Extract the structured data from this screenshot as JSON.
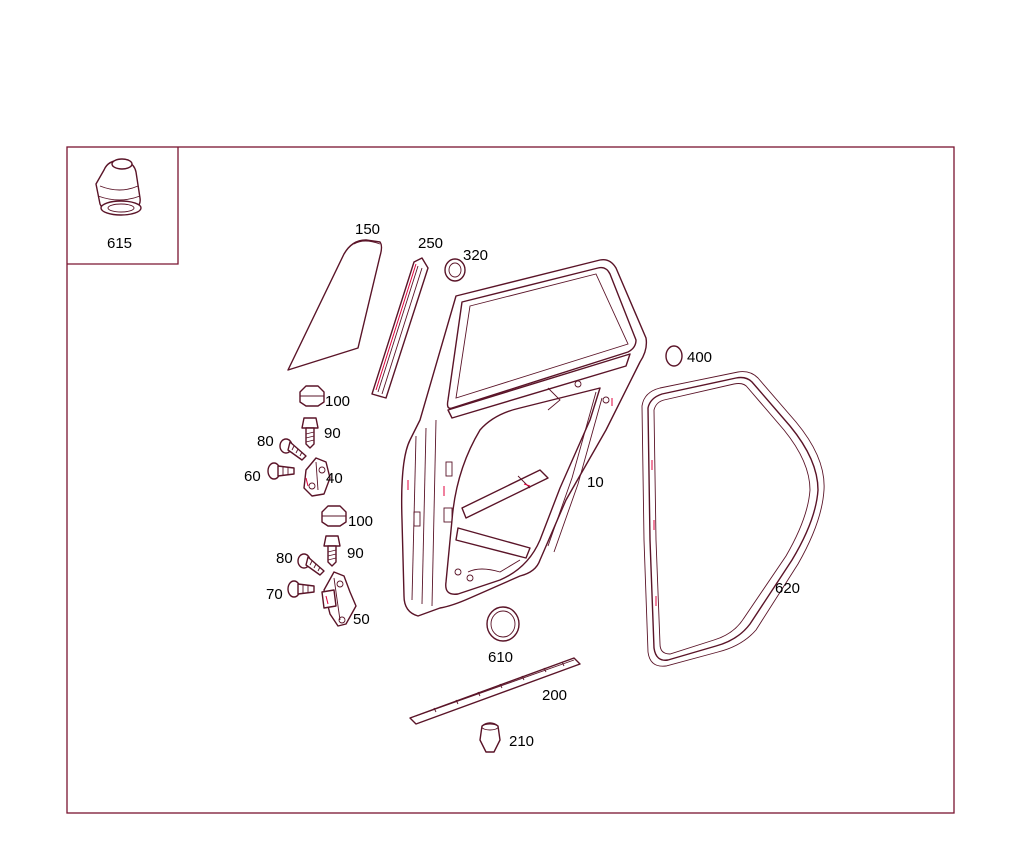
{
  "diagram": {
    "line_color": "#5a1428",
    "frame_color": "#7a1430",
    "accent_color": "#e0003c",
    "inset": {
      "part_number": "615"
    },
    "callouts": {
      "p150": "150",
      "p250": "250",
      "p320": "320",
      "p400": "400",
      "p100a": "100",
      "p90a": "90",
      "p80a": "80",
      "p60": "60",
      "p40": "40",
      "p100b": "100",
      "p90b": "90",
      "p80b": "80",
      "p70": "70",
      "p50": "50",
      "p10": "10",
      "p620": "620",
      "p610": "610",
      "p200": "200",
      "p210": "210"
    }
  }
}
